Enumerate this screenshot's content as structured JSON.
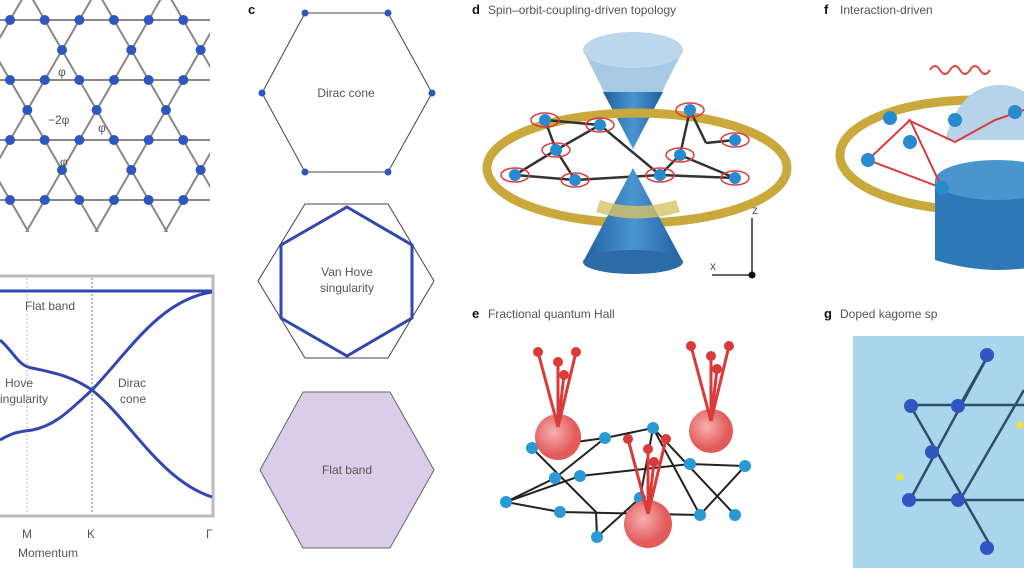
{
  "panel_a": {
    "center_label": "−2φ",
    "bond_label": "φ"
  },
  "panel_b": {
    "labels": {
      "flat_band": "Flat band",
      "van_hove": "Hove\nsingularity",
      "van_hove_line1": "Hove",
      "van_hove_line2": "singularity",
      "dirac_line1": "Dirac",
      "dirac_line2": "cone"
    },
    "ticks": [
      "M",
      "K",
      "Γ"
    ],
    "xlabel": "Momentum"
  },
  "panel_c": {
    "letter": "c",
    "hexagons": [
      {
        "label_line1": "Dirac cone",
        "label_line2": ""
      },
      {
        "label_line1": "Van Hove",
        "label_line2": "singularity"
      },
      {
        "label_line1": "Flat band",
        "label_line2": ""
      }
    ]
  },
  "panel_d": {
    "letter": "d",
    "title": "Spin–orbit-coupling-driven topology",
    "axis_z": "z",
    "axis_x": "x"
  },
  "panel_e": {
    "letter": "e",
    "title": "Fractional quantum Hall"
  },
  "panel_f": {
    "letter": "f",
    "title": "Interaction-driven"
  },
  "panel_g": {
    "letter": "g",
    "title": "Doped kagome sp"
  },
  "colors": {
    "site": "#2f56c0",
    "band": "#3446b0",
    "gold": "#c9a83c",
    "cone": "#2f78b8",
    "sphere": "#e86a6a",
    "arrow": "#d93a3a",
    "flat_fill": "#d9cdea",
    "doped_bg": "#a9d6ec"
  }
}
